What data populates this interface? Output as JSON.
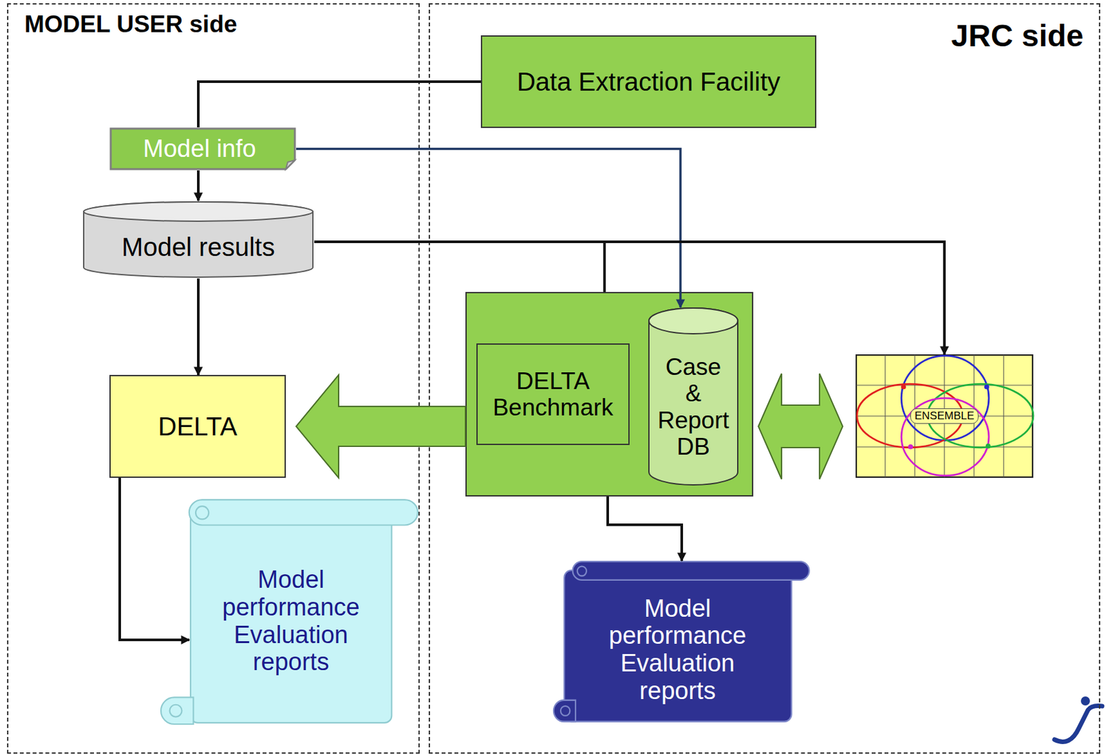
{
  "diagram": {
    "nodes": [
      {
        "text": [
          "MODEL USER side"
        ]
      },
      {
        "text": [
          "Model info"
        ],
        "in": 0
      },
      {
        "text": [
          "Model results"
        ],
        "in": 0
      },
      {
        "text": [
          "DELTA"
        ],
        "in": 0
      },
      {
        "text": [
          "Model performance Evaluation reports"
        ],
        "in": 0
      },
      {
        "text": [
          "JRC side"
        ]
      },
      {
        "text": [
          "Data Extraction Facility"
        ],
        "in": 5
      },
      {
        "text": [],
        "in": 5
      },
      {
        "text": [
          "DELTA Benchmark"
        ],
        "in": 7
      },
      {
        "text": [
          "Case & Report DB"
        ],
        "in": 7
      },
      {
        "text": [
          "ENSEMBLE"
        ],
        "in": 5
      },
      {
        "text": [
          "Model performance Evaluation reports"
        ],
        "in": 5
      }
    ],
    "edges": [
      {
        "from": 6,
        "to": 1,
        "arrow": "none"
      },
      {
        "from": 1,
        "to": 2,
        "arrow": "to"
      },
      {
        "from": 1,
        "to": 9,
        "arrow": "to"
      },
      {
        "from": 2,
        "to": 3,
        "arrow": "to"
      },
      {
        "from": 2,
        "to": 7,
        "arrow": "none"
      },
      {
        "from": 2,
        "to": 10,
        "arrow": "to"
      },
      {
        "from": 7,
        "to": 3,
        "arrow": "to"
      },
      {
        "from": 7,
        "to": 10,
        "arrow": "both"
      },
      {
        "from": 7,
        "to": 11,
        "arrow": "to"
      },
      {
        "from": 3,
        "to": 4,
        "arrow": "to"
      }
    ]
  }
}
